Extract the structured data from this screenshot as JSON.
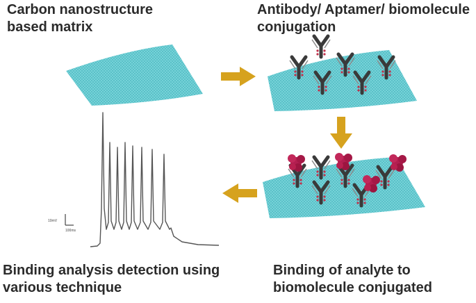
{
  "labels": {
    "matrix": "Carbon nanostructure\nbased matrix",
    "conjugation": "Antibody/ Aptamer/ biomolecule\nconjugation",
    "detection": "Binding analysis detection using\nvarious technique",
    "analyte_binding": "Binding of analyte to\nbiomolecule conjugated"
  },
  "scale_bar": {
    "vertical_label": "10mV",
    "horizontal_label": "100ms"
  },
  "colors": {
    "sheet": "#6ccfd6",
    "sheet_dark": "#3ab3bd",
    "arrow": "#d6a21e",
    "antibody": "#3a3a3a",
    "analyte": "#b21e50",
    "trace": "#555555",
    "text": "#2b2b2b"
  },
  "icons": [
    "graphene-sheet",
    "antibody",
    "analyte-protein",
    "flow-arrow"
  ]
}
